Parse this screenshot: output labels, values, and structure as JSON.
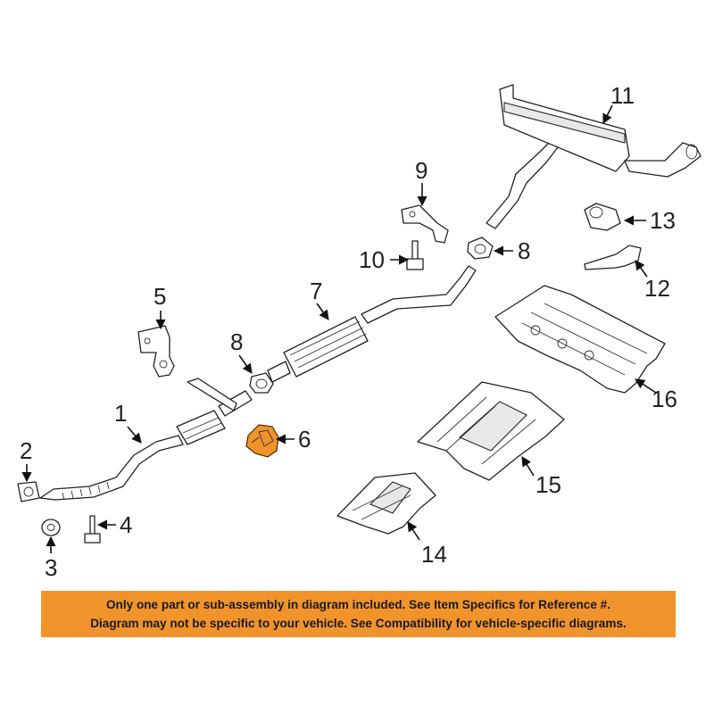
{
  "diagram": {
    "callouts": {
      "c1": "1",
      "c2": "2",
      "c3": "3",
      "c4": "4",
      "c5": "5",
      "c6": "6",
      "c7": "7",
      "c8a": "8",
      "c8b": "8",
      "c9": "9",
      "c10": "10",
      "c11": "11",
      "c12": "12",
      "c13": "13",
      "c14": "14",
      "c15": "15",
      "c16": "16"
    },
    "highlight_color": "#f0932b"
  },
  "notice": {
    "line1": "Only one part or sub-assembly in diagram included. See Item Specifics for Reference #.",
    "line2": "Diagram may not be specific to your vehicle. See Compatibility for vehicle-specific diagrams."
  }
}
